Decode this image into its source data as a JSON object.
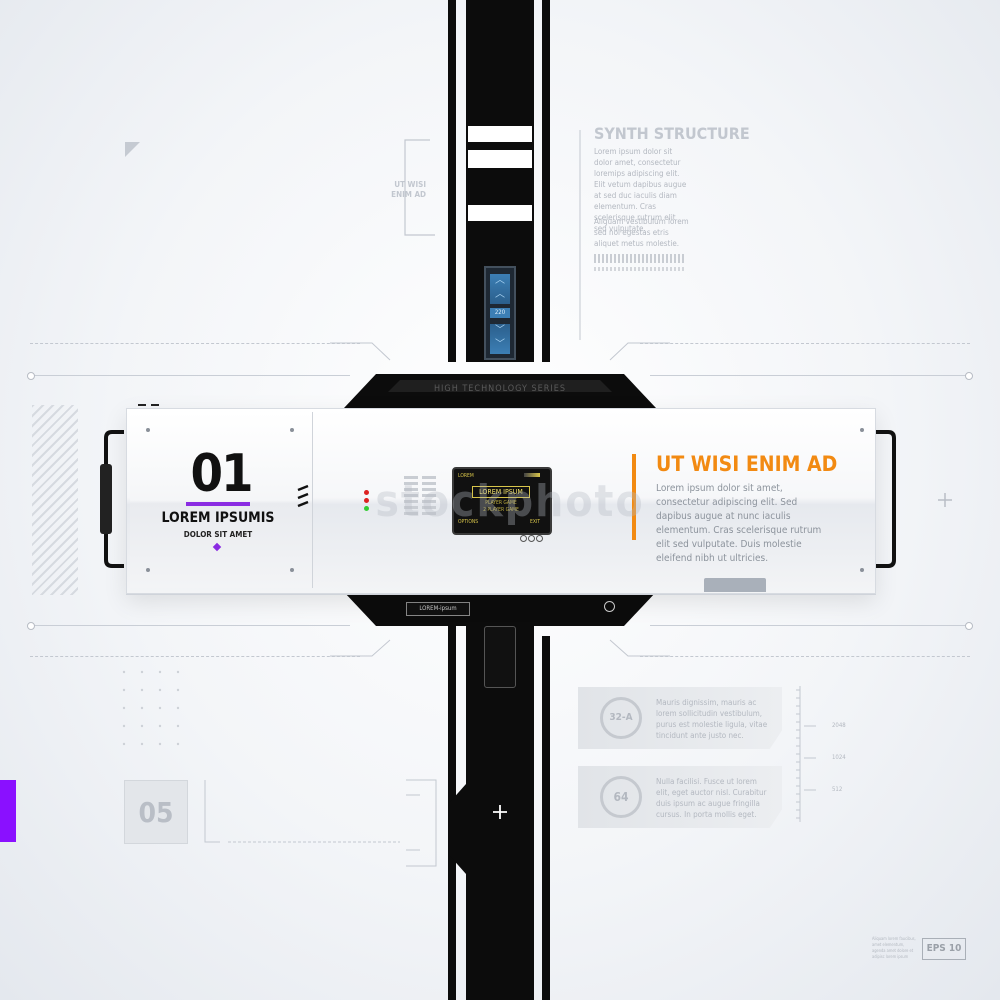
{
  "header": {
    "title": "SYNTH STRUCTURE",
    "paragraph": "Lorem ipsum dolor sit dolor amet, consectetur loremips adipiscing elit. Elit vetum dapibus augue at sed duc iaculis diam elementum. Cras scelerisque rutrum elit sed vulputate.",
    "paragraph2": "Aliquam vestibulum lorem sed nol egestas etris aliquet metus molestie."
  },
  "side_label": {
    "line1": "UT WISI",
    "line2": "ENIM AD"
  },
  "spine": {
    "series_label": "HIGH TECHNOLOGY SERIES",
    "counter": "220"
  },
  "left_module": {
    "number": "01",
    "title": "LOREM IPSUMIS",
    "subtitle": "DOLOR SIT AMET"
  },
  "screen": {
    "top_label": "LOREM",
    "title": "LOREM IPSUM",
    "line1": "PLAYER GAME",
    "line2": "2 PLAYER GAME",
    "options": "OPTIONS",
    "exit": "EXIT"
  },
  "right_module": {
    "title": "UT WISI ENIM AD",
    "text": "Lorem ipsum dolor sit amet, consectetur adipiscing elit. Sed dapibus augue at nunc iaculis elementum. Cras scelerisque rutrum elit sed vulputate. Duis molestie eleifend nibh ut ultricies."
  },
  "bottom_bar_label": "LOREM-ipsum",
  "info_cards": [
    {
      "badge": "32-A",
      "text": "Mauris dignissim, mauris ac lorem sollicitudin vestibulum, purus est molestie ligula, vitae tincidunt ante justo nec."
    },
    {
      "badge": "64",
      "text": "Nulla facilisi. Fusce ut lorem elit, eget auctor nisl. Curabitur duis ipsum ac augue fringilla cursus. In porta mollis eget."
    }
  ],
  "scale": {
    "top": "2048",
    "mid": "1024",
    "bottom": "512"
  },
  "side_box_number": "05",
  "watermark": "stockphoto",
  "footer": {
    "note": "Aliquam lorem faucibus, amet elementum, agenda amet dolore et adipisc lorem ipsum",
    "format": "EPS 10"
  },
  "colors": {
    "accent_orange": "#f28a12",
    "accent_violet": "#8a2be2",
    "spine": "#0c0c0c"
  }
}
